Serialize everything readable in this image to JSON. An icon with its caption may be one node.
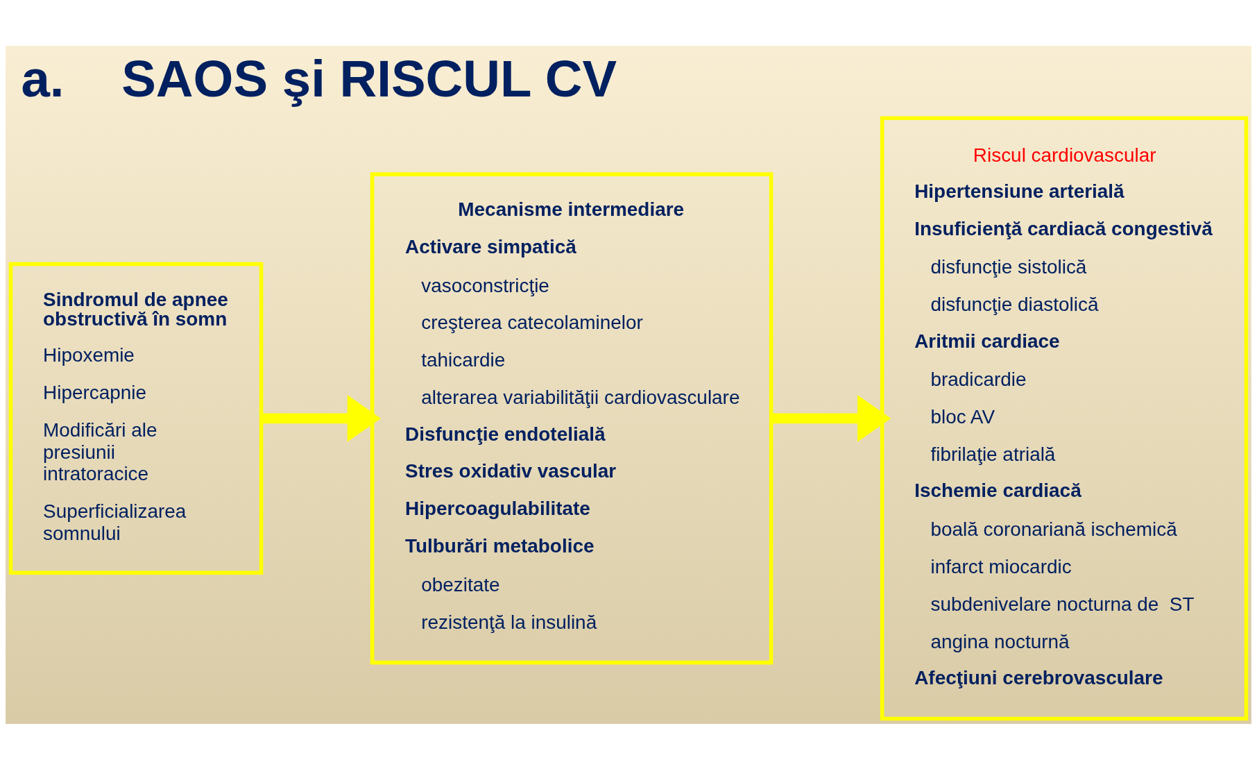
{
  "diagram": {
    "title": "a.    SAOS şi RISCUL CV",
    "nodes": [
      {
        "text": [
          "Sindromul de apnee obstructivă în somn",
          "Hipoxemie",
          "Hipercapnie",
          "Modificări ale presiunii intratoracice",
          "Superficializarea somnului"
        ]
      },
      {
        "text": [
          "Mecanisme intermediare",
          "Activare simpatică",
          "vasoconstricţie",
          "creşterea catecolaminelor",
          "tahicardie",
          "alterarea variabilităţii cardiovasculare",
          "Disfuncţie endotelială",
          "Stres oxidativ vascular",
          "Hipercoagulabilitate",
          "Tulburări metabolice",
          "obezitate",
          "rezistenţă la insulină"
        ]
      },
      {
        "text": [
          "Riscul cardiovascular",
          "Hipertensiune arterială",
          "Insuficienţă cardiacă congestivă",
          "disfuncţie sistolică",
          "disfuncţie diastolică",
          "Aritmii cardiace",
          "bradicardie",
          "bloc AV",
          "fibrilaţie atrială",
          "Ischemie cardiacă",
          "boală coronariană ischemică",
          "infarct miocardic",
          "subdenivelare nocturna de  ST",
          "angina nocturnă",
          "Afecţiuni cerebrovasculare"
        ]
      }
    ],
    "edges": [
      {
        "from": 0,
        "to": 1,
        "arrow": "to"
      },
      {
        "from": 1,
        "to": 2,
        "arrow": "to"
      }
    ]
  }
}
